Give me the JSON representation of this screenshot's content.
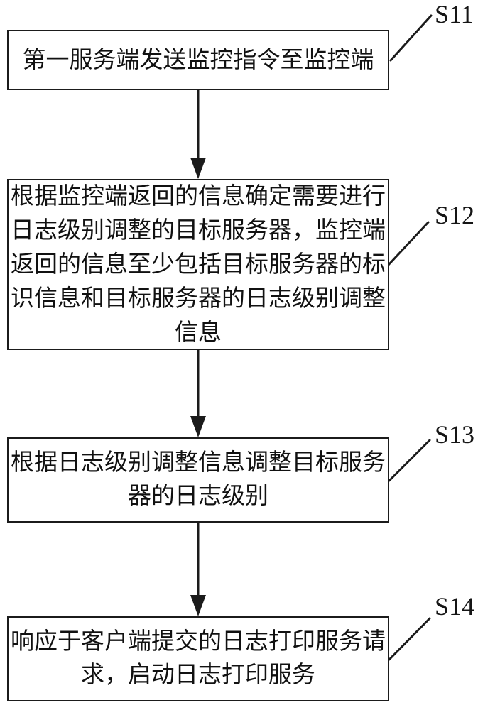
{
  "figure": {
    "background_color": "#ffffff",
    "line_color": "#1b1b1b",
    "text_color": "#111111"
  },
  "steps": [
    {
      "label": "S11",
      "text": "第一服务端发送监控指令至监控端",
      "lines": [
        "第一服务端发送监控指令至监控端"
      ]
    },
    {
      "label": "S12",
      "text": "根据监控端返回的信息确定需要进行日志级别调整的目标服务器，监控端返回的信息至少包括目标服务器的标识信息和目标服务器的日志级别调整信息",
      "lines": [
        "根据监控端返回的信息确定需要进行",
        "日志级别调整的目标服务器，监控端",
        "返回的信息至少包括目标服务器的标",
        "识信息和目标服务器的日志级别调整",
        "信息"
      ]
    },
    {
      "label": "S13",
      "text": "根据日志级别调整信息调整目标服务器的日志级别",
      "lines": [
        "根据日志级别调整信息调整目标服务",
        "器的日志级别"
      ]
    },
    {
      "label": "S14",
      "text": "响应于客户端提交的日志打印服务请求，启动日志打印服务",
      "lines": [
        "响应于客户端提交的日志打印服务请",
        "求，启动日志打印服务"
      ]
    }
  ]
}
